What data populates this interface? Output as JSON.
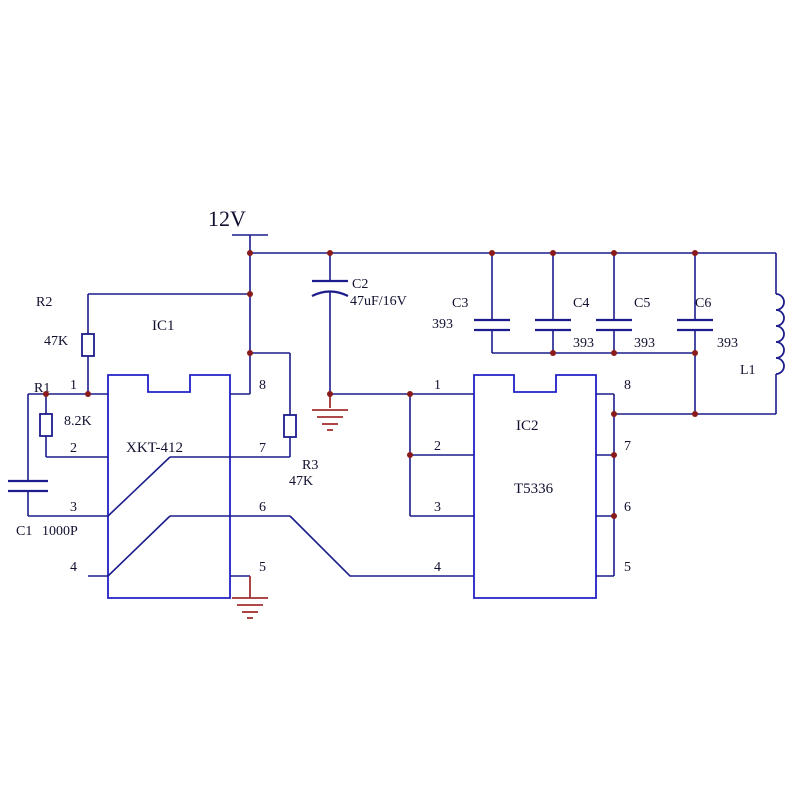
{
  "supply": {
    "label": "12V"
  },
  "ic1": {
    "ref": "IC1",
    "part": "XKT-412",
    "pins": [
      "1",
      "2",
      "3",
      "4",
      "5",
      "6",
      "7",
      "8"
    ]
  },
  "ic2": {
    "ref": "IC2",
    "part": "T5336",
    "pins": [
      "1",
      "2",
      "3",
      "4",
      "5",
      "6",
      "7",
      "8"
    ]
  },
  "r1": {
    "ref": "R1",
    "value": "8.2K"
  },
  "r2": {
    "ref": "R2",
    "value": "47K"
  },
  "r3": {
    "ref": "R3",
    "value": "47K"
  },
  "c1": {
    "ref": "C1",
    "value": "1000P"
  },
  "c2": {
    "ref": "C2",
    "value": "47uF/16V"
  },
  "c3": {
    "ref": "C3",
    "value": "393"
  },
  "c4": {
    "ref": "C4",
    "value": "393"
  },
  "c5": {
    "ref": "C5",
    "value": "393"
  },
  "c6": {
    "ref": "C6",
    "value": "393"
  },
  "l1": {
    "ref": "L1"
  },
  "colors": {
    "wire": "#1c1c8c",
    "ic_outline": "#2020c8",
    "junction": "#8b1a1a",
    "ground": "#a33030"
  }
}
